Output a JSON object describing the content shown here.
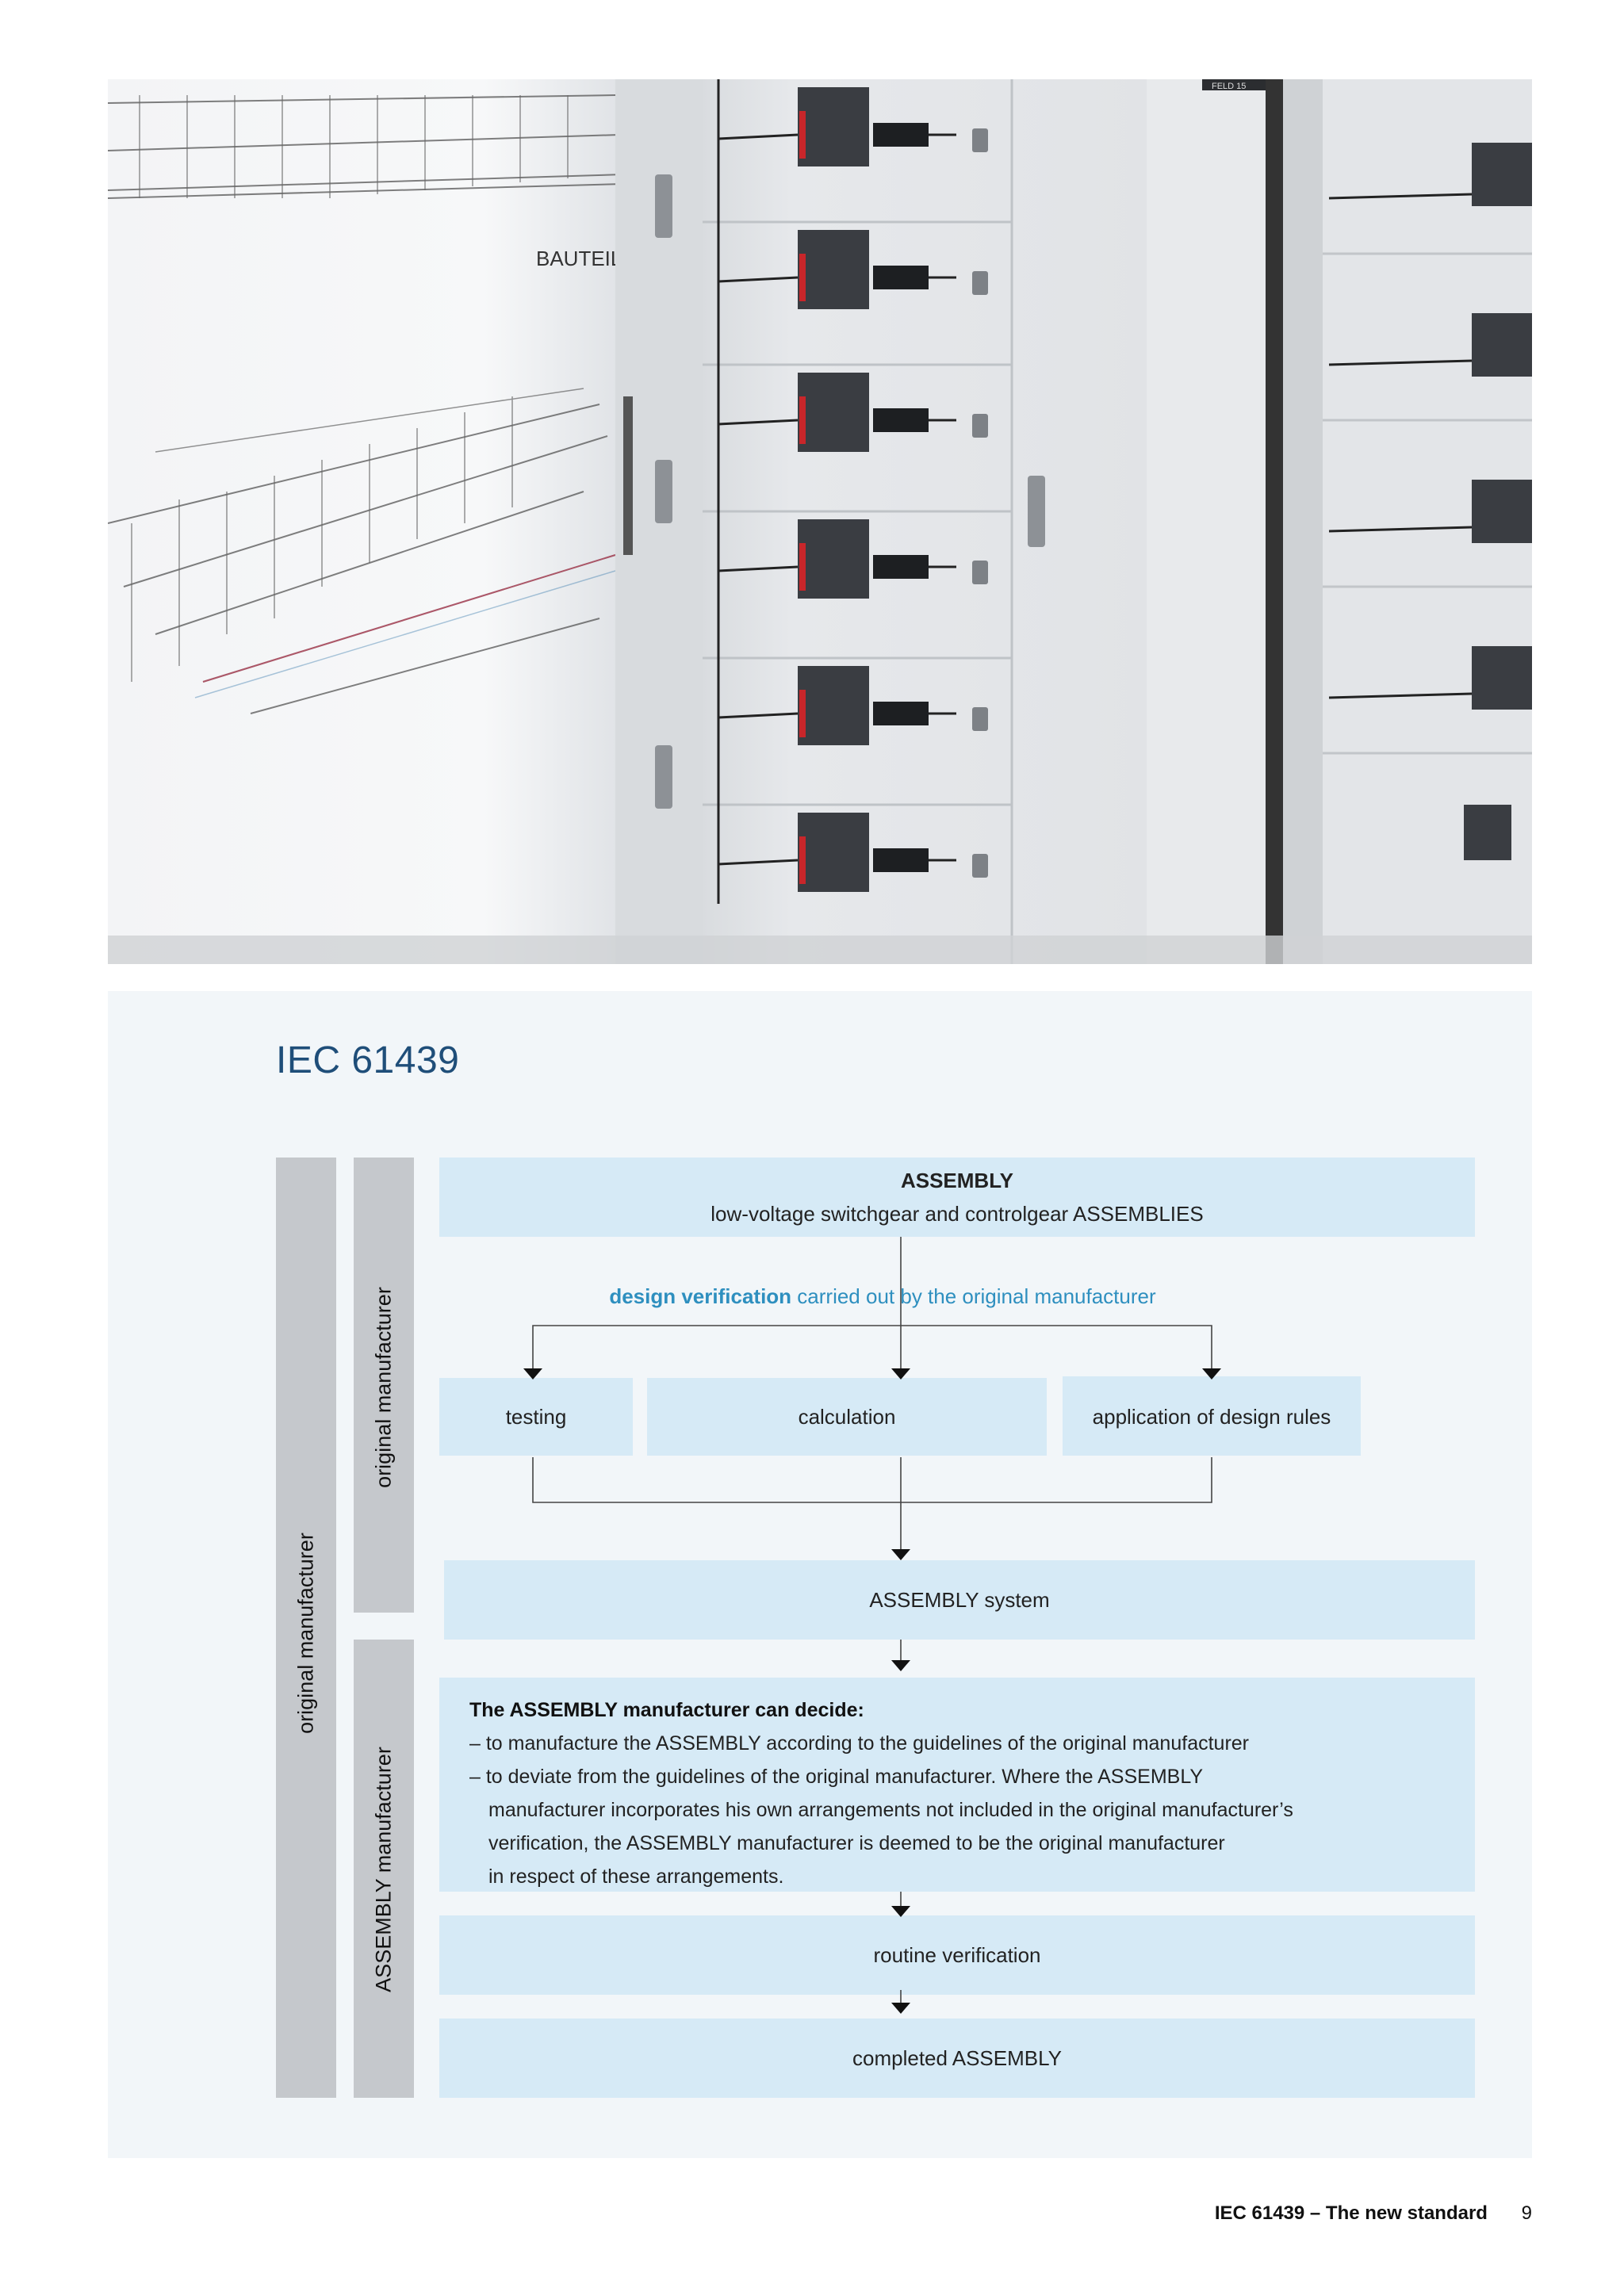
{
  "photo": {
    "drawing_label": "BAUTEILE",
    "cabinet_tag": "FELD 15",
    "colors": {
      "background": "#e9eaec",
      "panel": "#e3e5e8",
      "breaker": "#3a3d42",
      "accent": "#c8262a"
    }
  },
  "panel": {
    "title": "IEC 61439",
    "side_labels": {
      "outer": "original manufacturer",
      "upper": "original manufacturer",
      "lower": "ASSEMBLY manufacturer"
    },
    "assembly_box": {
      "title": "ASSEMBLY",
      "subtitle": "low-voltage switchgear and controlgear ASSEMBLIES"
    },
    "design_verification": {
      "bold": "design verification",
      "rest": "carried out by the original manufacturer"
    },
    "methods": [
      "testing",
      "calculation",
      "application of design rules"
    ],
    "system_box": "ASSEMBLY system",
    "decide_box": {
      "heading": "The ASSEMBLY manufacturer can decide:",
      "line1": "– to manufacture the ASSEMBLY according to the guidelines of the original manufacturer",
      "line2": "– to deviate from the guidelines of the original manufacturer. Where the ASSEMBLY",
      "line3": "manufacturer incorporates his own arrangements not included in the original manufacturer’s",
      "line4": "verification, the ASSEMBLY manufacturer is deemed to be the original manufacturer",
      "line5": "in respect of these arrangements."
    },
    "routine_box": "routine verification",
    "completed_box": "completed ASSEMBLY",
    "colors": {
      "panel_bg": "#f2f6f9",
      "box": "#d6eaf6",
      "bar": "#c5c8cc",
      "title": "#1f4e79",
      "highlight": "#2e8fbf"
    }
  },
  "footer": {
    "text": "IEC 61439 – The new standard",
    "page": "9"
  }
}
